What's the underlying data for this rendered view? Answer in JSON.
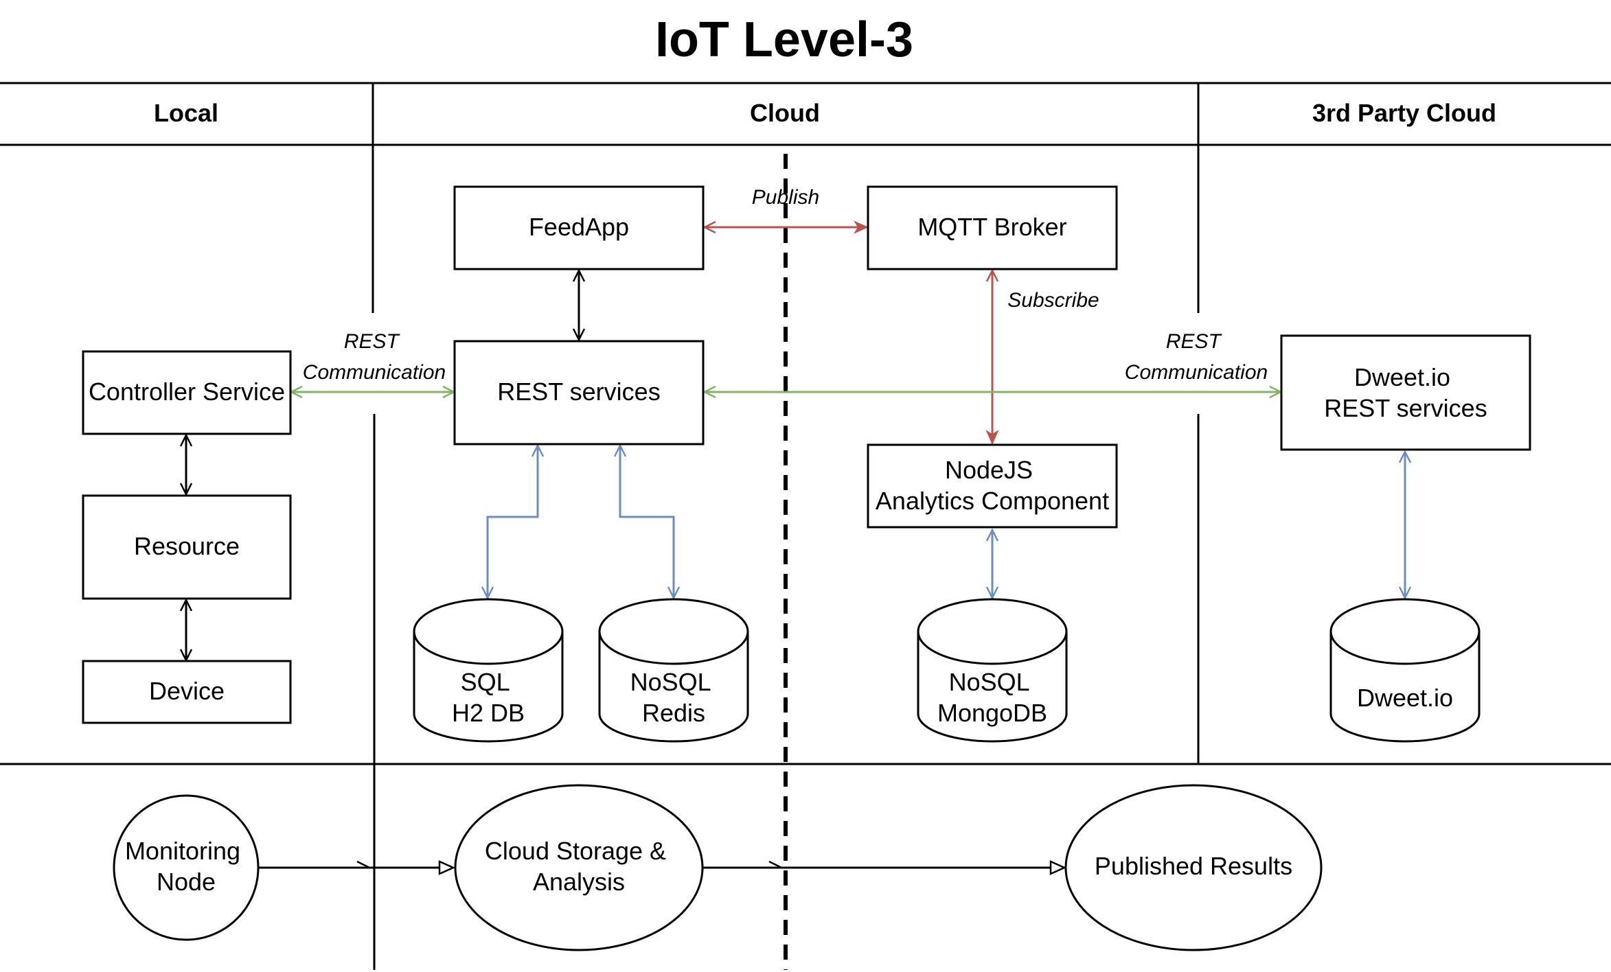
{
  "title": "IoT Level-3",
  "lanes": {
    "local": "Local",
    "cloud": "Cloud",
    "third_party": "3rd Party Cloud"
  },
  "nodes": {
    "feedapp": "FeedApp",
    "mqtt_broker": "MQTT Broker",
    "rest_services": "REST services",
    "controller_service": "Controller Service",
    "resource": "Resource",
    "device": "Device",
    "nodejs": [
      "NodeJS",
      "Analytics Component"
    ],
    "dweet_rest": [
      "Dweet.io",
      "REST services"
    ],
    "sql_db": [
      "SQL",
      "H2 DB"
    ],
    "redis_db": [
      "NoSQL",
      "Redis"
    ],
    "mongo_db": [
      "NoSQL",
      "MongoDB"
    ],
    "dweet_db": "Dweet.io",
    "monitoring_node": [
      "Monitoring",
      "Node"
    ],
    "cloud_storage": [
      "Cloud Storage &",
      "Analysis"
    ],
    "published_results": "Published Results"
  },
  "edges": {
    "publish": "Publish",
    "subscribe": "Subscribe",
    "rest_left": [
      "REST",
      "Communication"
    ],
    "rest_right": [
      "REST",
      "Communication"
    ]
  },
  "colors": {
    "red": "#b85450",
    "green": "#82b366",
    "blue": "#6c8ebf",
    "black": "#000000"
  }
}
